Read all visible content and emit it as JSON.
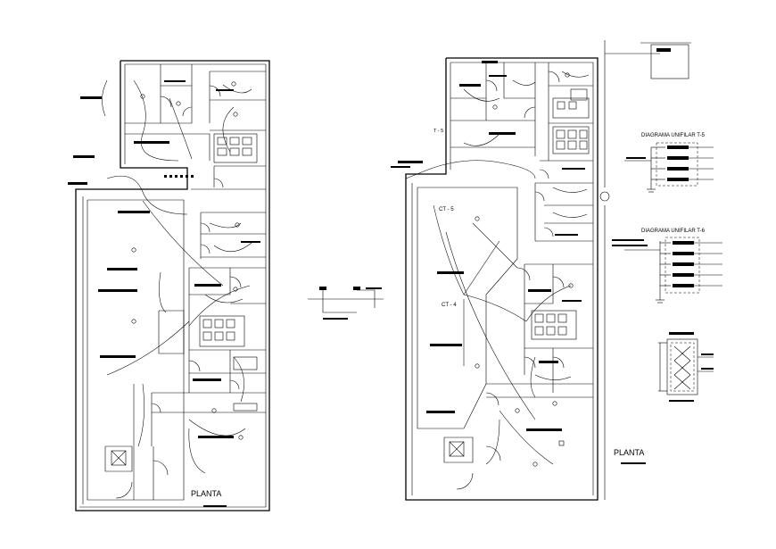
{
  "sheet": {
    "left_plan": {
      "title": "PLANTA"
    },
    "right_plan": {
      "title": "PLANTA",
      "circuit_labels": [
        "CT - 5",
        "CT - 4",
        "T - 5"
      ]
    },
    "unifilar_diagrams": [
      {
        "title": "DIAGRAMA UNIFILAR T-5"
      },
      {
        "title": "DIAGRAMA UNIFILAR T-6"
      }
    ]
  }
}
